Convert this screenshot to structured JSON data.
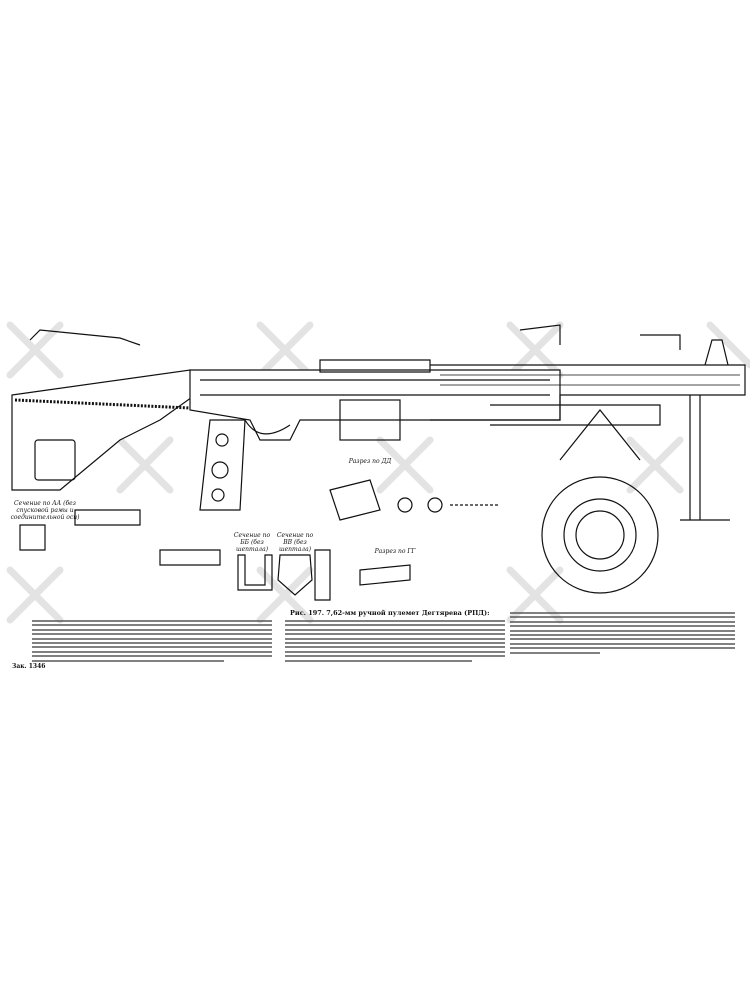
{
  "figure": {
    "caption": "Рис. 197. 7,62-мм ручной пулемет Дегтярева (РПД):",
    "order_number": "Зак. 1346",
    "section_labels": {
      "aa": "Сечение по АА (без спусковой рамы и соединительной оси)",
      "bb": "Сечение по ББ (без шептала)",
      "vv": "Сечение по ВВ (без шептала)",
      "gg": "Разрез по ГГ",
      "dd": "Разрез по ДД"
    }
  },
  "colors": {
    "ink": "#111111",
    "paper": "#ffffff",
    "watermark": "#d9d9d9"
  }
}
